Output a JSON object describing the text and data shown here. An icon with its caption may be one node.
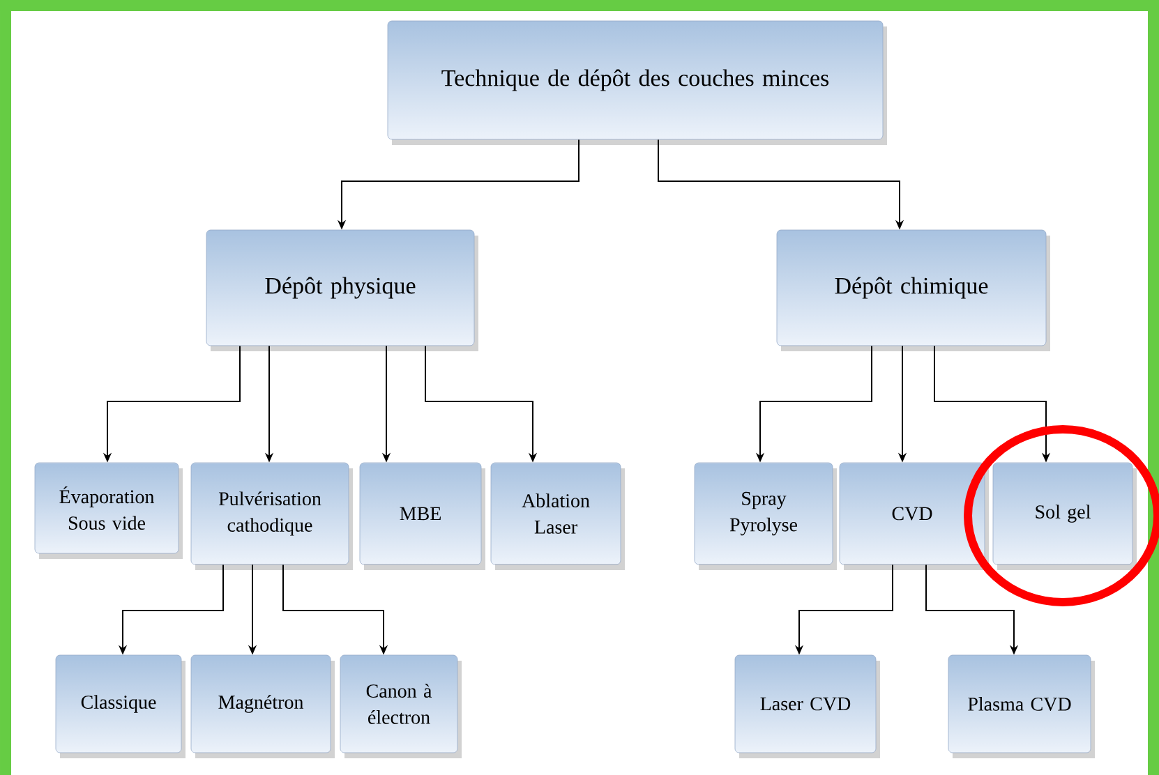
{
  "diagram": {
    "nodes": [
      {
        "text": [
          "Technique de dépôt des couches minces"
        ]
      },
      {
        "text": [
          "Dépôt physique"
        ]
      },
      {
        "text": [
          "Dépôt chimique"
        ]
      },
      {
        "text": [
          "Évaporation Sous vide"
        ]
      },
      {
        "text": [
          "Pulvérisation cathodique"
        ]
      },
      {
        "text": [
          "MBE"
        ]
      },
      {
        "text": [
          "Ablation Laser"
        ]
      },
      {
        "text": [
          "Spray Pyrolyse"
        ]
      },
      {
        "text": [
          "CVD"
        ]
      },
      {
        "text": [
          "Sol gel"
        ]
      },
      {
        "text": [
          "Classique"
        ]
      },
      {
        "text": [
          "Magnétron"
        ]
      },
      {
        "text": [
          "Canon à électron"
        ]
      },
      {
        "text": [
          "Laser CVD"
        ]
      },
      {
        "text": [
          "Plasma CVD"
        ]
      }
    ],
    "edges": [
      {
        "from": 0,
        "to": 1,
        "arrow": "to"
      },
      {
        "from": 0,
        "to": 2,
        "arrow": "to"
      },
      {
        "from": 1,
        "to": 3,
        "arrow": "to"
      },
      {
        "from": 1,
        "to": 4,
        "arrow": "to"
      },
      {
        "from": 1,
        "to": 5,
        "arrow": "to"
      },
      {
        "from": 1,
        "to": 6,
        "arrow": "to"
      },
      {
        "from": 2,
        "to": 7,
        "arrow": "to"
      },
      {
        "from": 2,
        "to": 8,
        "arrow": "to"
      },
      {
        "from": 2,
        "to": 9,
        "arrow": "to"
      },
      {
        "from": 4,
        "to": 10,
        "arrow": "to"
      },
      {
        "from": 4,
        "to": 11,
        "arrow": "to"
      },
      {
        "from": 4,
        "to": 12,
        "arrow": "to"
      },
      {
        "from": 8,
        "to": 13,
        "arrow": "to"
      },
      {
        "from": 8,
        "to": 14,
        "arrow": "to"
      }
    ]
  }
}
